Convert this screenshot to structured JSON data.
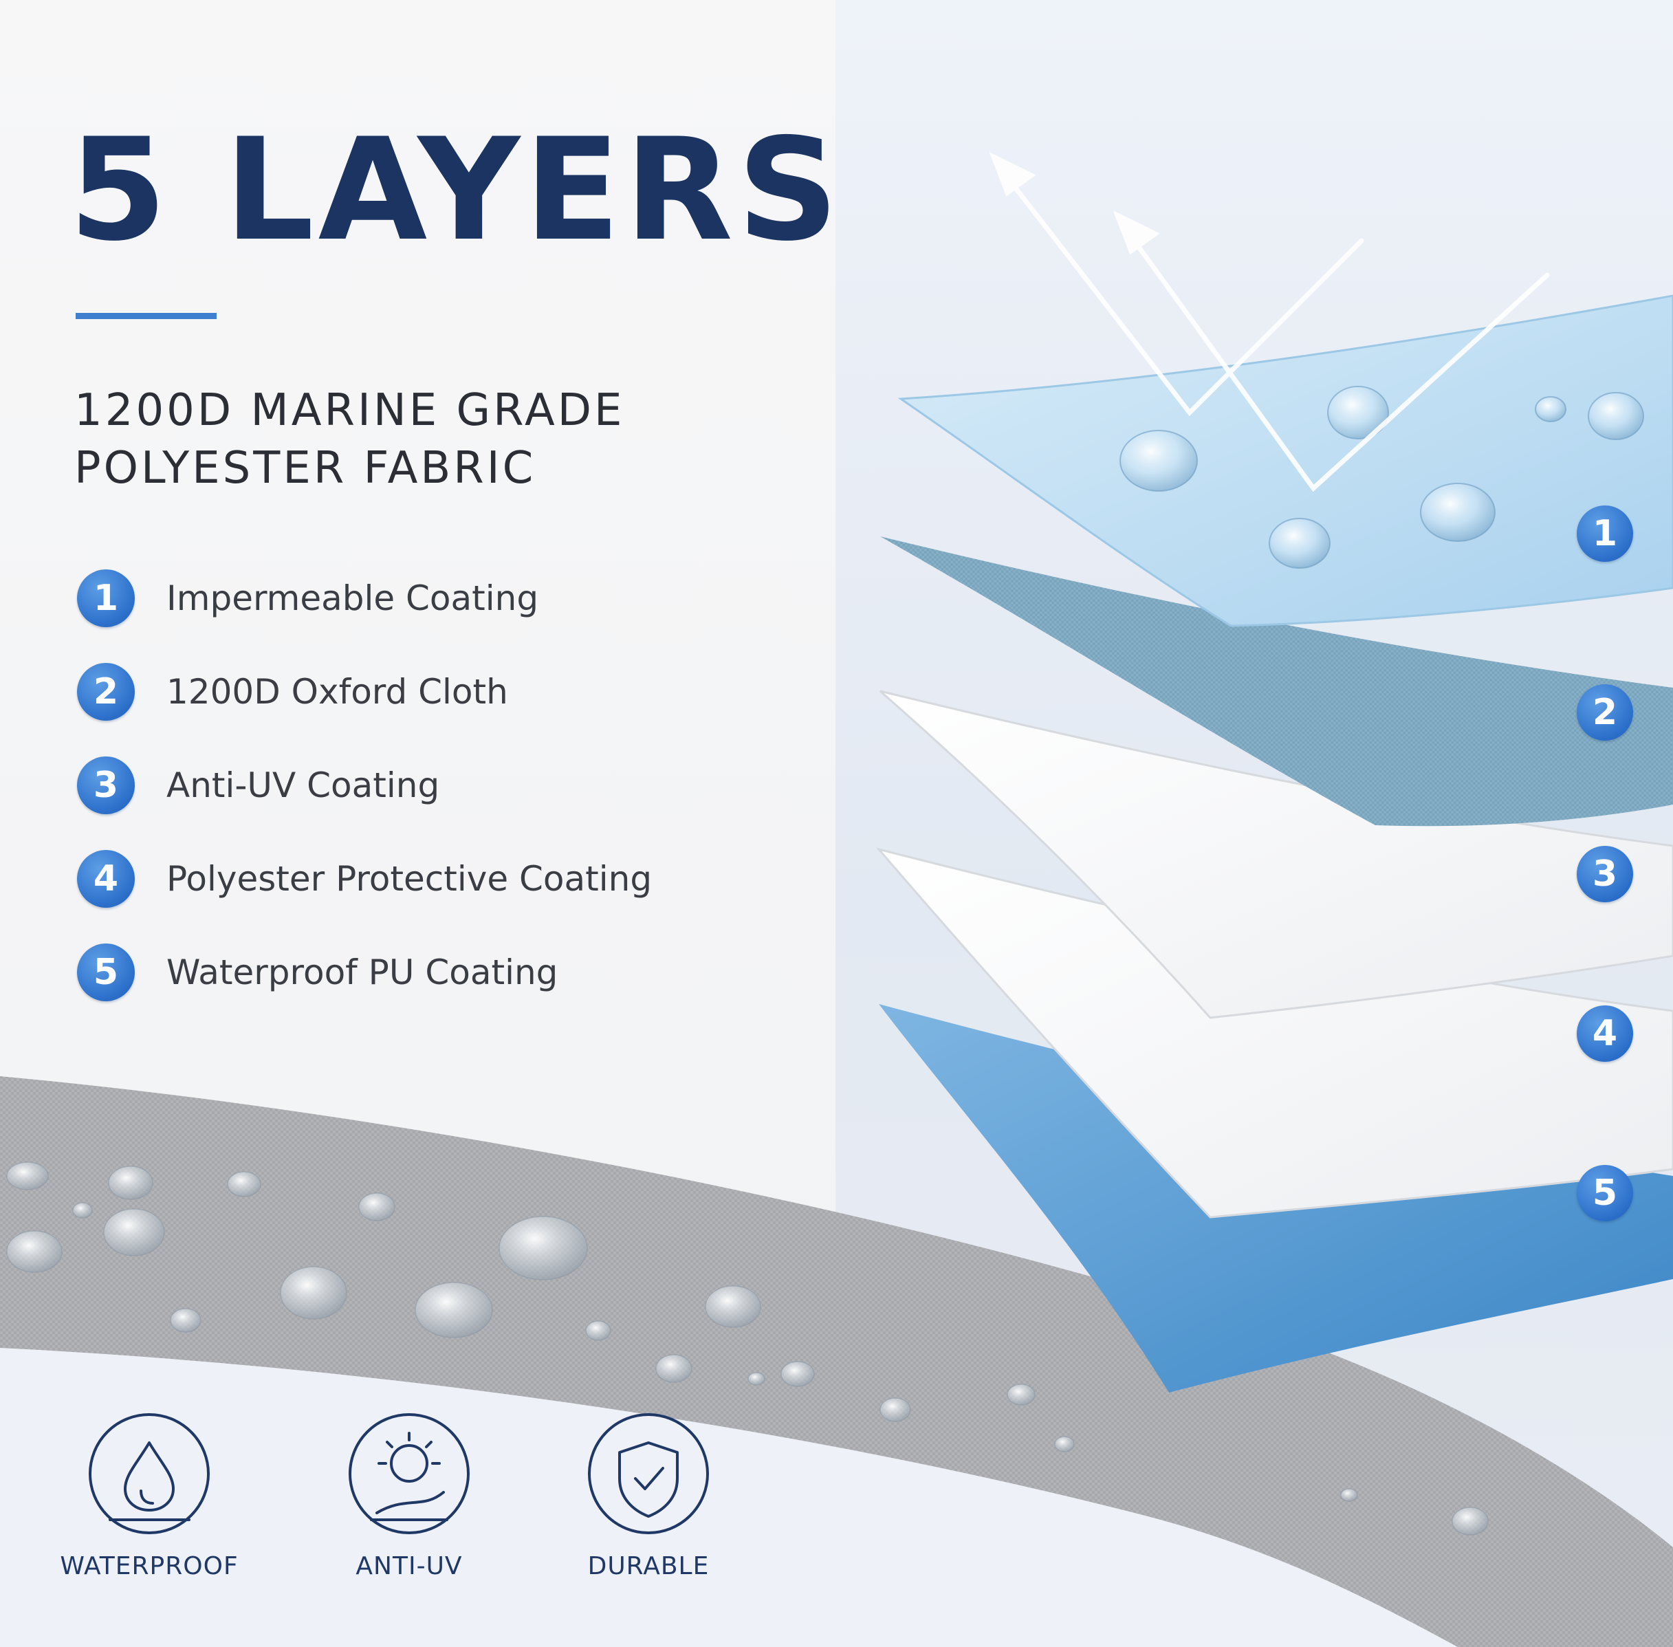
{
  "headline": "5 LAYERS",
  "subtitle": {
    "line1": "1200D MARINE GRADE",
    "line2": "POLYESTER FABRIC"
  },
  "layers": [
    {
      "number": "1",
      "label": "Impermeable Coating"
    },
    {
      "number": "2",
      "label": "1200D Oxford Cloth"
    },
    {
      "number": "3",
      "label": "Anti-UV Coating"
    },
    {
      "number": "4",
      "label": "Polyester Protective Coating"
    },
    {
      "number": "5",
      "label": "Waterproof PU Coating"
    }
  ],
  "features": [
    {
      "label": "WATERPROOF",
      "icon": "water-drop-icon"
    },
    {
      "label": "ANTI-UV",
      "icon": "sun-icon"
    },
    {
      "label": "DURABLE",
      "icon": "shield-check-icon"
    }
  ],
  "colors": {
    "headline": "#1c3461",
    "accent": "#3f7fd0",
    "badge": "#2b6fca",
    "icon_stroke": "#1f3866",
    "fabric_gray": "#a7a9ad",
    "layer_light_blue": "#bcdcf1",
    "layer_textured_blue": "#7ea8bf",
    "layer_white": "#f6f7f8",
    "layer_blue": "#4a94cf"
  }
}
